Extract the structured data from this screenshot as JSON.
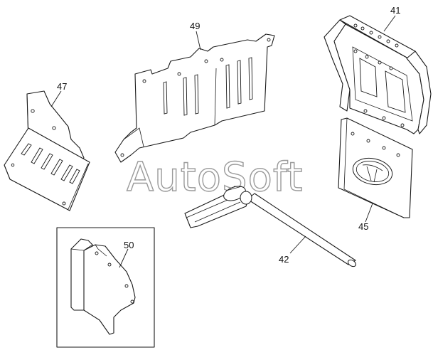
{
  "watermark": "AutoSoft",
  "callouts": {
    "p41": "41",
    "p42": "42",
    "p45": "45",
    "p47": "47",
    "p49": "49",
    "p50": "50"
  }
}
